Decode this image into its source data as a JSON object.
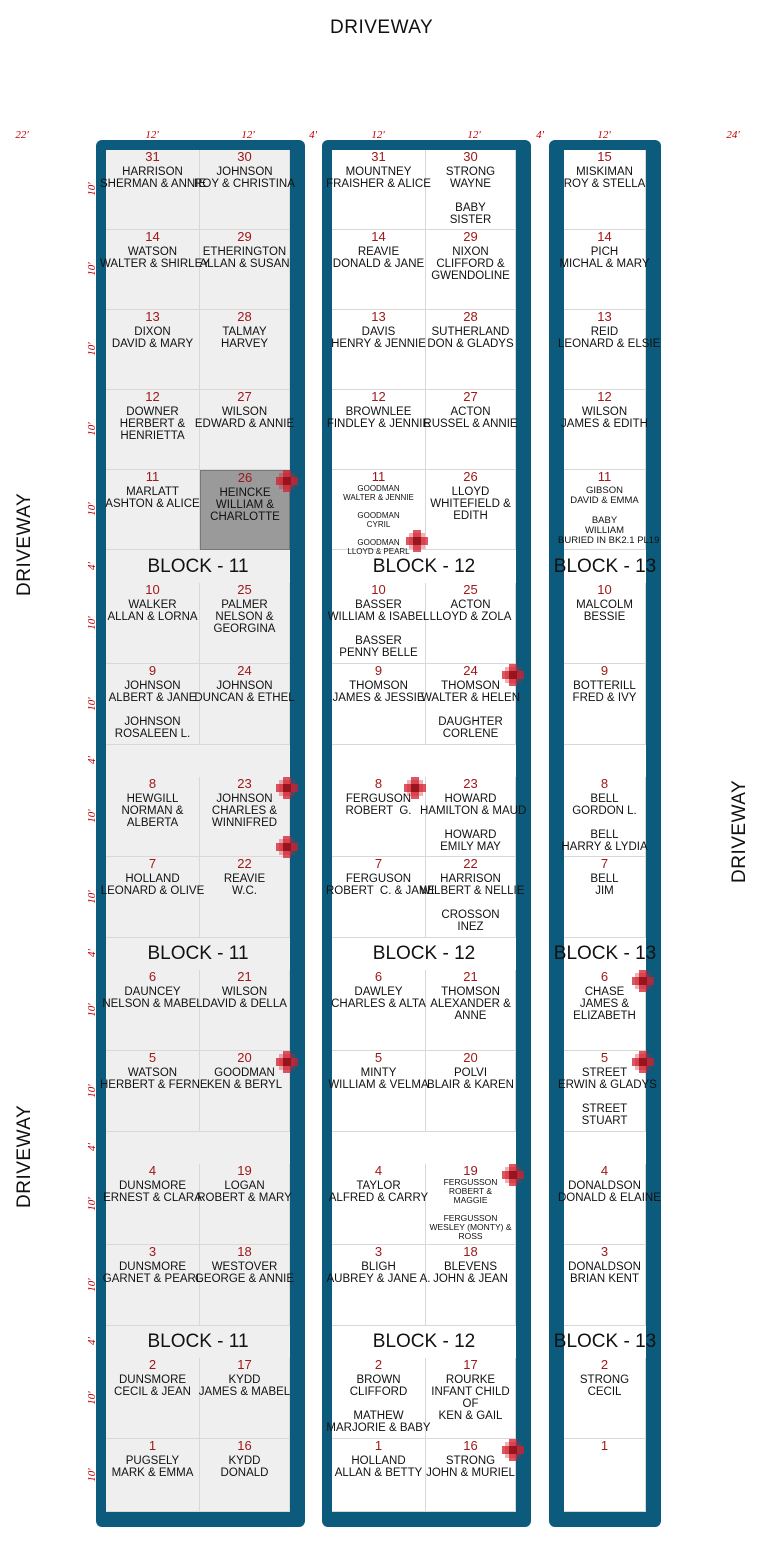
{
  "driveways": {
    "top": "DRIVEWAY",
    "left_upper": "DRIVEWAY",
    "left_lower": "DRIVEWAY",
    "right": "DRIVEWAY"
  },
  "dims": {
    "d22": "22'",
    "d12a": "12'",
    "d12b": "12'",
    "d4a": "4'",
    "d12c": "12'",
    "d12d": "12'",
    "d4b": "4'",
    "d12e": "12'",
    "d24": "24'",
    "row10": "10'",
    "row4": "4'"
  },
  "blocks": {
    "b11": "BLOCK - 11",
    "b12": "BLOCK - 12",
    "b13": "BLOCK - 13"
  },
  "colors": {
    "frame": "#0c5b7c",
    "block11_fill": "#efefef",
    "shaded": "#9a9a9a",
    "number": "#a01818",
    "dimension": "#c00000",
    "marker": "#d11f2f"
  },
  "columns": {
    "b11L": [
      {
        "n": "31",
        "t": "HARRISON\nSHERMAN & ANNIE"
      },
      {
        "n": "14",
        "t": "WATSON\nWALTER & SHIRLEY"
      },
      {
        "n": "13",
        "t": "DIXON\nDAVID & MARY"
      },
      {
        "n": "12",
        "t": "DOWNER\nHERBERT &\nHENRIETTA"
      },
      {
        "n": "11",
        "t": "MARLATT\nASHTON & ALICE"
      },
      {
        "n": "10",
        "t": "WALKER\nALLAN & LORNA"
      },
      {
        "n": "9",
        "t": "JOHNSON\nALBERT & JANE\n\nJOHNSON\nROSALEEN L."
      },
      {
        "n": "8",
        "t": "HEWGILL\nNORMAN &\nALBERTA"
      },
      {
        "n": "7",
        "t": "HOLLAND\nLEONARD & OLIVE"
      },
      {
        "n": "6",
        "t": "DAUNCEY\nNELSON & MABEL"
      },
      {
        "n": "5",
        "t": "WATSON\nHERBERT & FERNE"
      },
      {
        "n": "4",
        "t": "DUNSMORE\nERNEST & CLARA"
      },
      {
        "n": "3",
        "t": "DUNSMORE\nGARNET & PEARL"
      },
      {
        "n": "2",
        "t": "DUNSMORE\nCECIL & JEAN"
      },
      {
        "n": "1",
        "t": "PUGSELY\nMARK & EMMA"
      }
    ],
    "b11R": [
      {
        "n": "30",
        "t": "JOHNSON\nROY & CHRISTINA"
      },
      {
        "n": "29",
        "t": "ETHERINGTON\nALLAN & SUSAN"
      },
      {
        "n": "28",
        "t": "TALMAY\nHARVEY"
      },
      {
        "n": "27",
        "t": "WILSON\nEDWARD & ANNIE"
      },
      {
        "n": "26",
        "t": "HEINCKE\nWILLIAM &\nCHARLOTTE"
      },
      {
        "n": "25",
        "t": "PALMER\nNELSON &\nGEORGINA"
      },
      {
        "n": "24",
        "t": "JOHNSON\nDUNCAN & ETHEL"
      },
      {
        "n": "23",
        "t": "JOHNSON\nCHARLES &\nWINNIFRED"
      },
      {
        "n": "22",
        "t": "REAVIE\nW.C."
      },
      {
        "n": "21",
        "t": "WILSON\nDAVID & DELLA"
      },
      {
        "n": "20",
        "t": "GOODMAN\nKEN & BERYL"
      },
      {
        "n": "19",
        "t": "LOGAN\nROBERT & MARY"
      },
      {
        "n": "18",
        "t": "WESTOVER\nGEORGE & ANNIE"
      },
      {
        "n": "17",
        "t": "KYDD\nJAMES & MABEL"
      },
      {
        "n": "16",
        "t": "KYDD\nDONALD"
      }
    ],
    "b12L": [
      {
        "n": "31",
        "t": "MOUNTNEY\nFRAISHER & ALICE"
      },
      {
        "n": "14",
        "t": "REAVIE\nDONALD & JANE"
      },
      {
        "n": "13",
        "t": "DAVIS\nHENRY & JENNIE"
      },
      {
        "n": "12",
        "t": "BROWNLEE\nFINDLEY & JENNIE"
      },
      {
        "n": "11",
        "t": "GOODMAN\nWALTER & JENNIE\n\nGOODMAN\nCYRIL\n\nGOODMAN\nLLOYD & PEARL"
      },
      {
        "n": "10",
        "t": "BASSER\nWILLIAM & ISABEL\n\nBASSER\nPENNY BELLE"
      },
      {
        "n": "9",
        "t": "THOMSON\nJAMES & JESSIE"
      },
      {
        "n": "8",
        "t": "FERGUSON\nROBERT  G."
      },
      {
        "n": "7",
        "t": "FERGUSON\nROBERT  C. & JANE"
      },
      {
        "n": "6",
        "t": "DAWLEY\nCHARLES & ALTA"
      },
      {
        "n": "5",
        "t": "MINTY\nWILLIAM & VELMA"
      },
      {
        "n": "4",
        "t": "TAYLOR\nALFRED & CARRY"
      },
      {
        "n": "3",
        "t": "BLIGH\nAUBREY & JANE A."
      },
      {
        "n": "2",
        "t": "BROWN\nCLIFFORD\n\nMATHEW\nMARJORIE & BABY"
      },
      {
        "n": "1",
        "t": "HOLLAND\nALLAN & BETTY"
      }
    ],
    "b12R": [
      {
        "n": "30",
        "t": "STRONG\nWAYNE\n\nBABY\nSISTER"
      },
      {
        "n": "29",
        "t": "NIXON\nCLIFFORD &\nGWENDOLINE"
      },
      {
        "n": "28",
        "t": "SUTHERLAND\nDON & GLADYS"
      },
      {
        "n": "27",
        "t": "ACTON\nRUSSEL & ANNIE"
      },
      {
        "n": "26",
        "t": "LLOYD\nWHITEFIELD &\nEDITH"
      },
      {
        "n": "25",
        "t": "ACTON\nLLOYD & ZOLA"
      },
      {
        "n": "24",
        "t": "THOMSON\nWALTER & HELEN\n\nDAUGHTER\nCORLENE"
      },
      {
        "n": "23",
        "t": "HOWARD\nHAMILTON & MAUD\n\nHOWARD\nEMILY MAY"
      },
      {
        "n": "22",
        "t": "HARRISON\nWILBERT & NELLIE\n\nCROSSON\nINEZ"
      },
      {
        "n": "21",
        "t": "THOMSON\nALEXANDER &\nANNE"
      },
      {
        "n": "20",
        "t": "POLVI\nBLAIR & KAREN"
      },
      {
        "n": "19",
        "t": "FERGUSSON\nROBERT &\nMAGGIE\n\nFERGUSSON\nWESLEY (MONTY) &\nROSS"
      },
      {
        "n": "18",
        "t": "BLEVENS\nJOHN & JEAN"
      },
      {
        "n": "17",
        "t": "ROURKE\nINFANT CHILD\nOF\nKEN & GAIL"
      },
      {
        "n": "16",
        "t": "STRONG\nJOHN & MURIEL"
      }
    ],
    "b13": [
      {
        "n": "15",
        "t": "MISKIMAN\nROY & STELLA"
      },
      {
        "n": "14",
        "t": "PICH\nMICHAL & MARY"
      },
      {
        "n": "13",
        "t": "REID\nLEONARD & ELSIE"
      },
      {
        "n": "12",
        "t": "WILSON\nJAMES & EDITH"
      },
      {
        "n": "11",
        "t": "GIBSON\nDAVID & EMMA\n\nBABY\nWILLIAM\nBURIED IN BK2.1 PL19"
      },
      {
        "n": "10",
        "t": "MALCOLM\nBESSIE"
      },
      {
        "n": "9",
        "t": "BOTTERILL\nFRED & IVY"
      },
      {
        "n": "8",
        "t": "BELL\nGORDON L.\n\nBELL\nHARRY & LYDIA"
      },
      {
        "n": "7",
        "t": "BELL\nJIM"
      },
      {
        "n": "6",
        "t": "CHASE\nJAMES &\nELIZABETH"
      },
      {
        "n": "5",
        "t": "STREET\nERWIN & GLADYS\n\nSTREET\nSTUART"
      },
      {
        "n": "4",
        "t": "DONALDSON\nDONALD & ELAINE"
      },
      {
        "n": "3",
        "t": "DONALDSON\nBRIAN KENT"
      },
      {
        "n": "2",
        "t": "STRONG\nCECIL"
      },
      {
        "n": "1",
        "t": ""
      }
    ]
  }
}
